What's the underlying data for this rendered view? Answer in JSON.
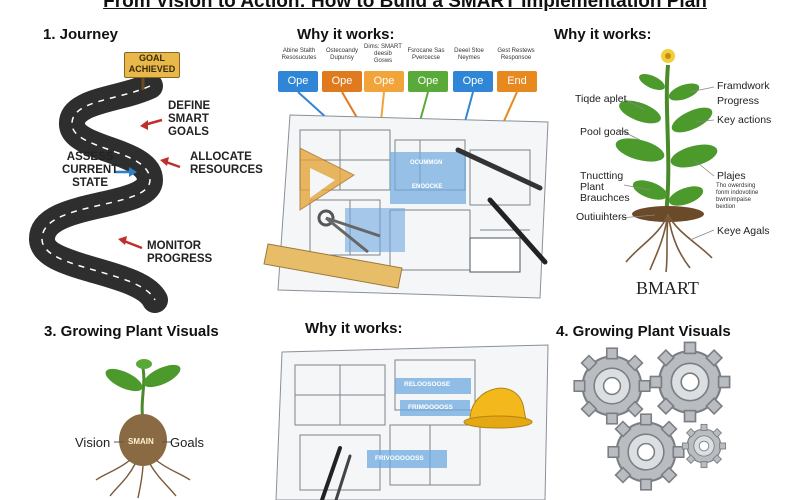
{
  "header": {
    "title": "From Vision to Action: How to Build a SMART Implementation Plan"
  },
  "journey": {
    "heading": "1. Journey",
    "sign": [
      "GOAL",
      "ACHIEVED"
    ],
    "define": [
      "DEFINE",
      "SMART",
      "GOALS"
    ],
    "assess": [
      "ASSESS",
      "CURRENT",
      "STATE"
    ],
    "allocate": [
      "ALLOCATE",
      "RESOURCES"
    ],
    "monitor": [
      "MONITOR",
      "PROGRESS"
    ]
  },
  "blueprint_top": {
    "heading": "Why it works:",
    "captions": [
      [
        "Abine Stalth",
        "Resosucutes"
      ],
      [
        "Ostecoandy",
        "Dupunsy"
      ],
      [
        "Dims: SMART",
        "deesib",
        "Gosws"
      ],
      [
        "Fsrocane Sas",
        "Pvercecse"
      ],
      [
        "Deeel Stoe",
        "Neymes"
      ],
      [
        "Gest Restews",
        "Responsoe"
      ]
    ],
    "tags": [
      {
        "label": "Ope",
        "color": "#2f86d6"
      },
      {
        "label": "Ope",
        "color": "#e07a1f"
      },
      {
        "label": "Ope",
        "color": "#f0a43a"
      },
      {
        "label": "Ope",
        "color": "#5aaa3a"
      },
      {
        "label": "Ope",
        "color": "#2f86d6"
      },
      {
        "label": "End",
        "color": "#e8891f"
      }
    ],
    "boxes": [
      "OCUMMGN",
      "ENOOCKE"
    ]
  },
  "plant_top": {
    "heading": "Why it works:",
    "left_labels": [
      "Tiqde aplet",
      "Pool goals",
      "Tnuctting",
      "Plant",
      "Brauchces",
      "Outiuihters"
    ],
    "right_labels": [
      "Framdwork",
      "Progress",
      "Key actions",
      "Plajes",
      "Tho owerdsing",
      "fonm indovotine",
      "bwnnimpaise",
      "bextion",
      "Keye Agals"
    ],
    "caption": "BMART"
  },
  "plant_bottom": {
    "heading": "3. Growing Plant Visuals",
    "vision": "Vision",
    "goals": "Goals",
    "seed_text": "SMAIN"
  },
  "blueprint_bottom": {
    "heading": "Why it works:",
    "boxes": [
      "RELOOSOOSE",
      "FRIMOOOOSS",
      "FRIVOOOOOSS"
    ]
  },
  "gears": {
    "heading": "4. Growing Plant Visuals"
  }
}
